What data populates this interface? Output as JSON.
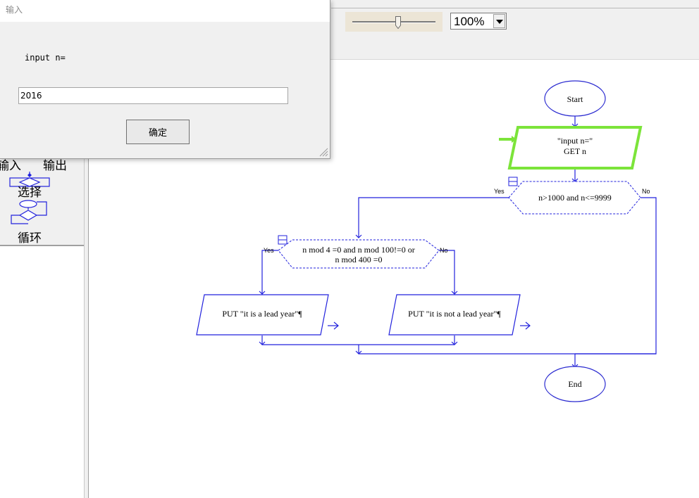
{
  "toolbar": {
    "zoom_value": "100%",
    "zoom_slider_level": 0.55
  },
  "palette": {
    "input_label": "输入",
    "output_label": "输出",
    "select_label": "选择",
    "loop_label": "循环"
  },
  "dialog": {
    "title": "输入",
    "prompt": "input n=",
    "value": "2016",
    "ok_label": "确定"
  },
  "flowchart": {
    "start_label": "Start",
    "end_label": "End",
    "input_line1": "\"input n=\"",
    "input_line2": "GET n",
    "decision1_label": "n>1000 and n<=9999",
    "decision2_line1": "n mod 4 =0 and n mod 100!=0 or",
    "decision2_line2": "n mod 400 =0",
    "output_yes": "PUT \"it is a lead year\"¶",
    "output_no": "PUT \"it is not a lead year\"¶",
    "yes_label": "Yes",
    "no_label": "No"
  },
  "colors": {
    "flow_line": "#2222dd",
    "active_highlight": "#7ce43a",
    "node_stroke": "#2a2ad0"
  }
}
